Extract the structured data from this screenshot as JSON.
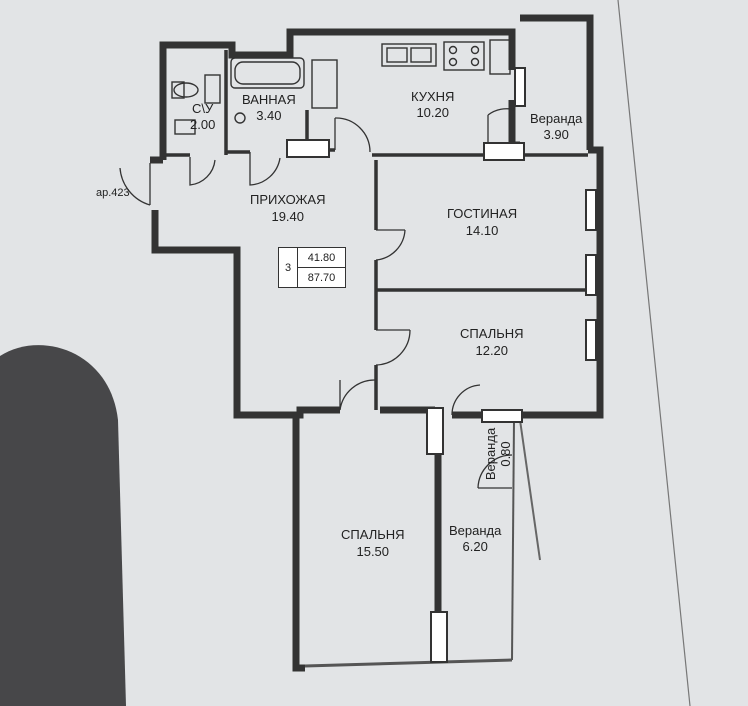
{
  "rooms": [
    {
      "id": "bathroom",
      "name": "ВАННАЯ",
      "area": "3.40"
    },
    {
      "id": "wc",
      "name": "С\\У",
      "area": "2.00"
    },
    {
      "id": "kitchen",
      "name": "КУХНЯ",
      "area": "10.20"
    },
    {
      "id": "veranda-kitchen",
      "name": "Веранда",
      "area": "3.90"
    },
    {
      "id": "hallway",
      "name": "ПРИХОЖАЯ",
      "area": "19.40"
    },
    {
      "id": "living",
      "name": "ГОСТИНАЯ",
      "area": "14.10"
    },
    {
      "id": "bedroom-1",
      "name": "СПАЛЬНЯ",
      "area": "12.20"
    },
    {
      "id": "bedroom-2",
      "name": "СПАЛЬНЯ",
      "area": "15.50"
    },
    {
      "id": "veranda-bedroom",
      "name": "Веранда",
      "area": "6.20"
    },
    {
      "id": "veranda-narrow",
      "name": "Веранда",
      "area": "0.80"
    }
  ],
  "entrance_label": "ар.423",
  "summary": {
    "rooms_count": "3",
    "living_area": "41.80",
    "total_area": "87.70"
  }
}
